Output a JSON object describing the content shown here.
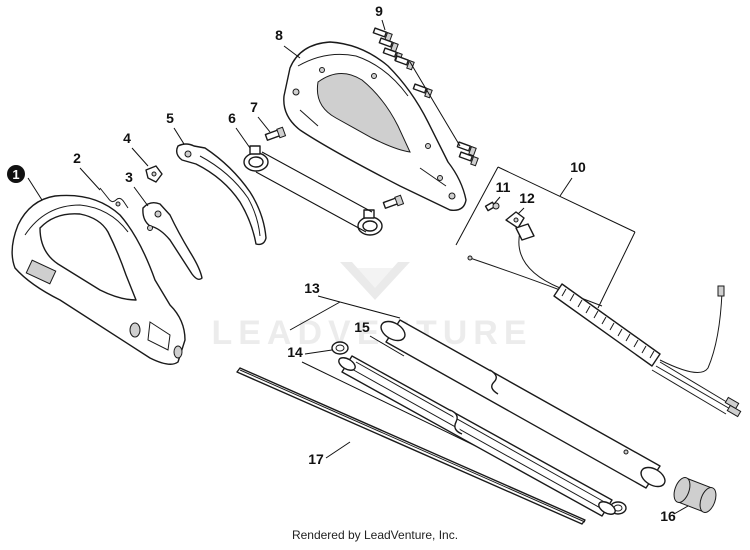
{
  "watermark": {
    "brand": "LEADVENTURE"
  },
  "footer": {
    "text": "Rendered by LeadVenture, Inc."
  },
  "callouts": {
    "c1": "1",
    "c2": "2",
    "c3": "3",
    "c4": "4",
    "c5": "5",
    "c6": "6",
    "c7": "7",
    "c8": "8",
    "c9": "9",
    "c10": "10",
    "c11": "11",
    "c12": "12",
    "c13": "13",
    "c14": "14",
    "c15": "15",
    "c16": "16",
    "c17": "17"
  }
}
